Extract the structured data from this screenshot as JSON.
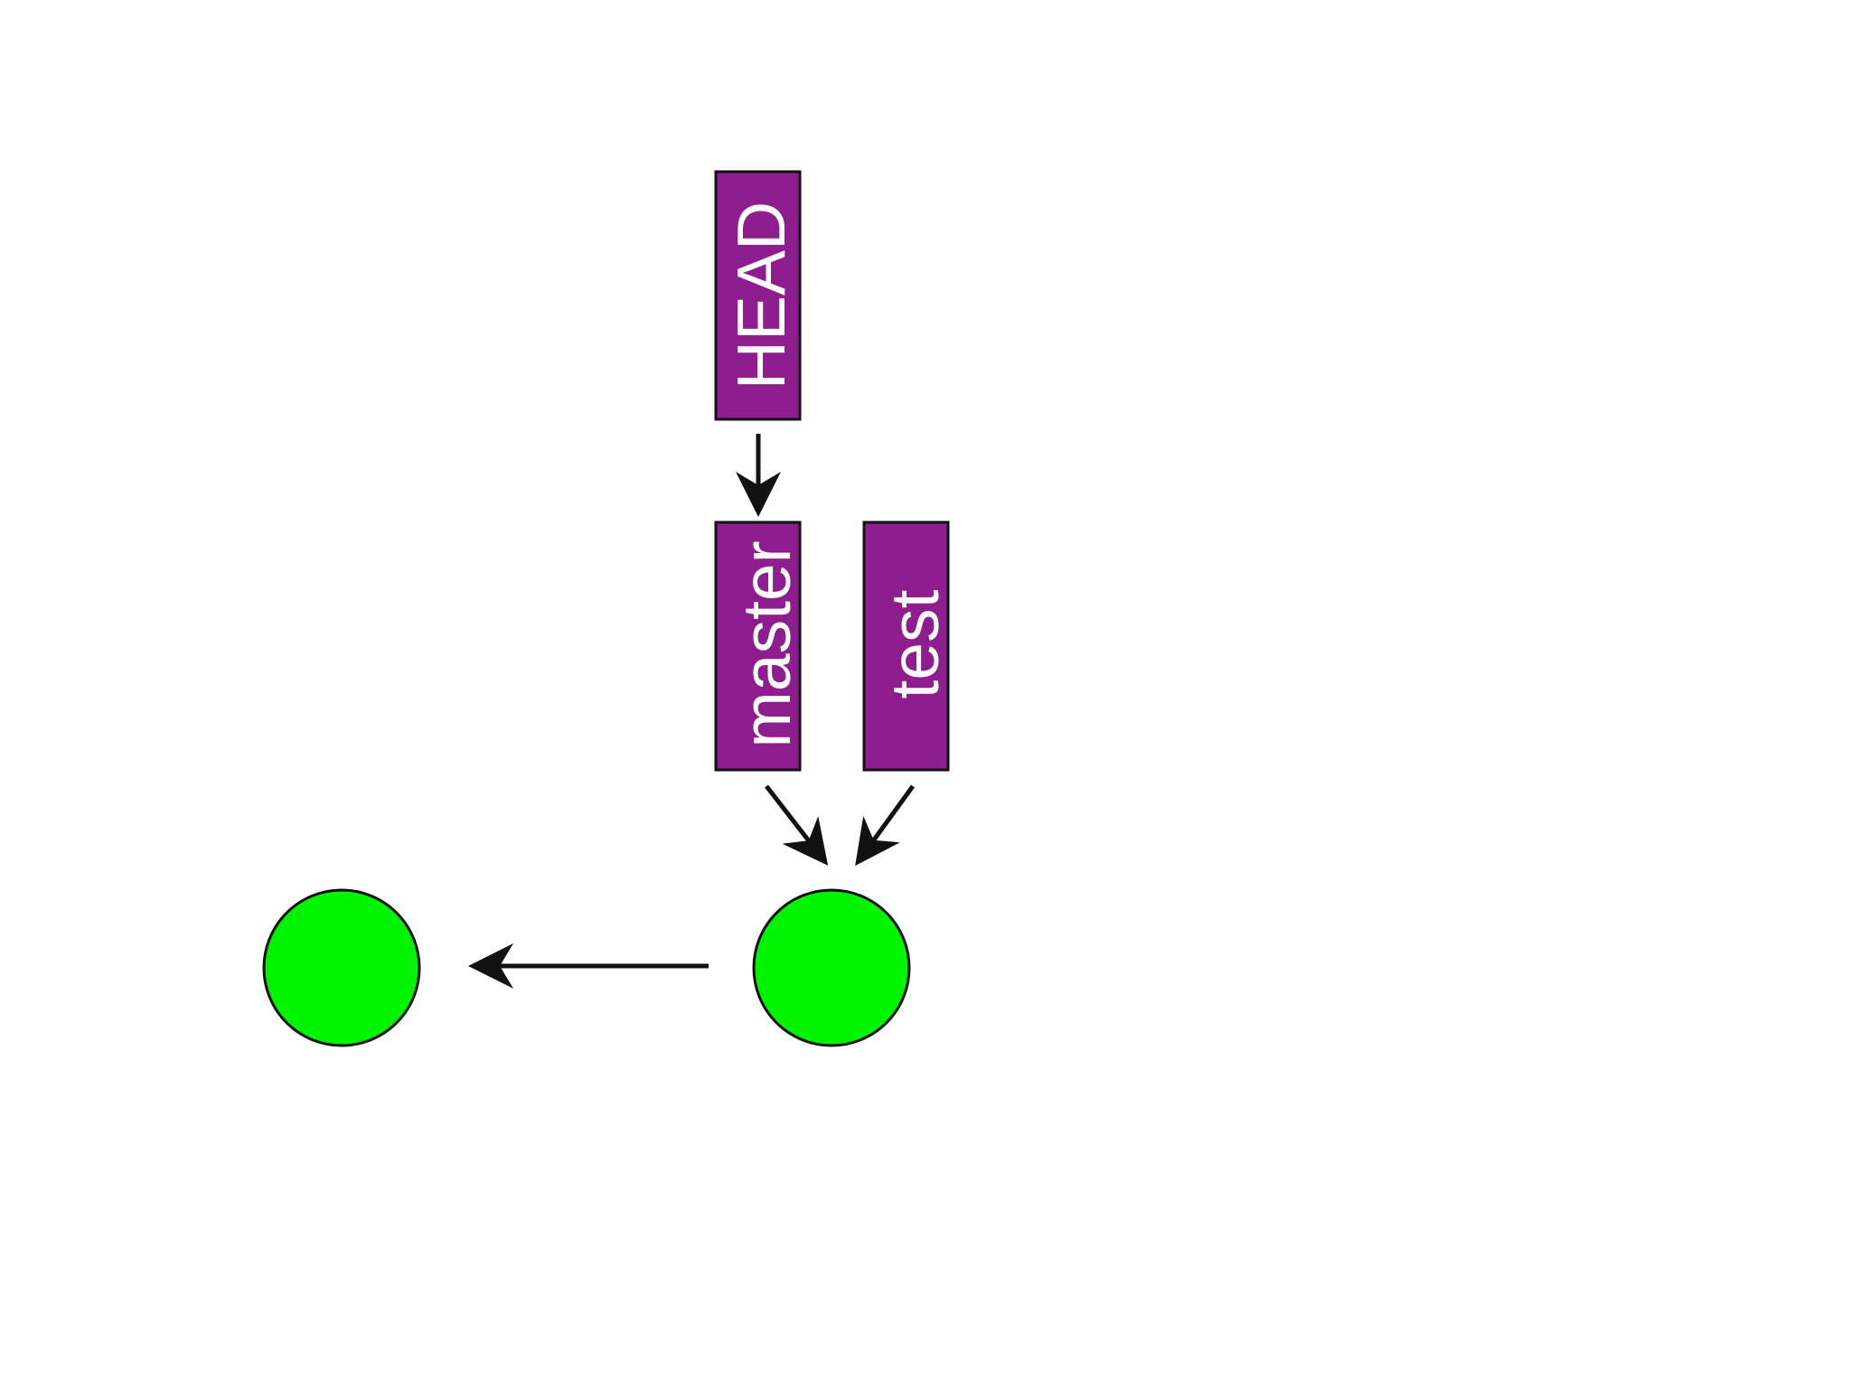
{
  "refs": {
    "head": {
      "label": "HEAD"
    },
    "master": {
      "label": "master"
    },
    "test": {
      "label": "test"
    }
  },
  "commits": [
    {
      "id": "older-commit"
    },
    {
      "id": "latest-commit"
    }
  ],
  "colors": {
    "ref_fill": "#8e1e8e",
    "commit_fill": "#00f400",
    "stroke": "#111111",
    "background": "#ffffff"
  }
}
